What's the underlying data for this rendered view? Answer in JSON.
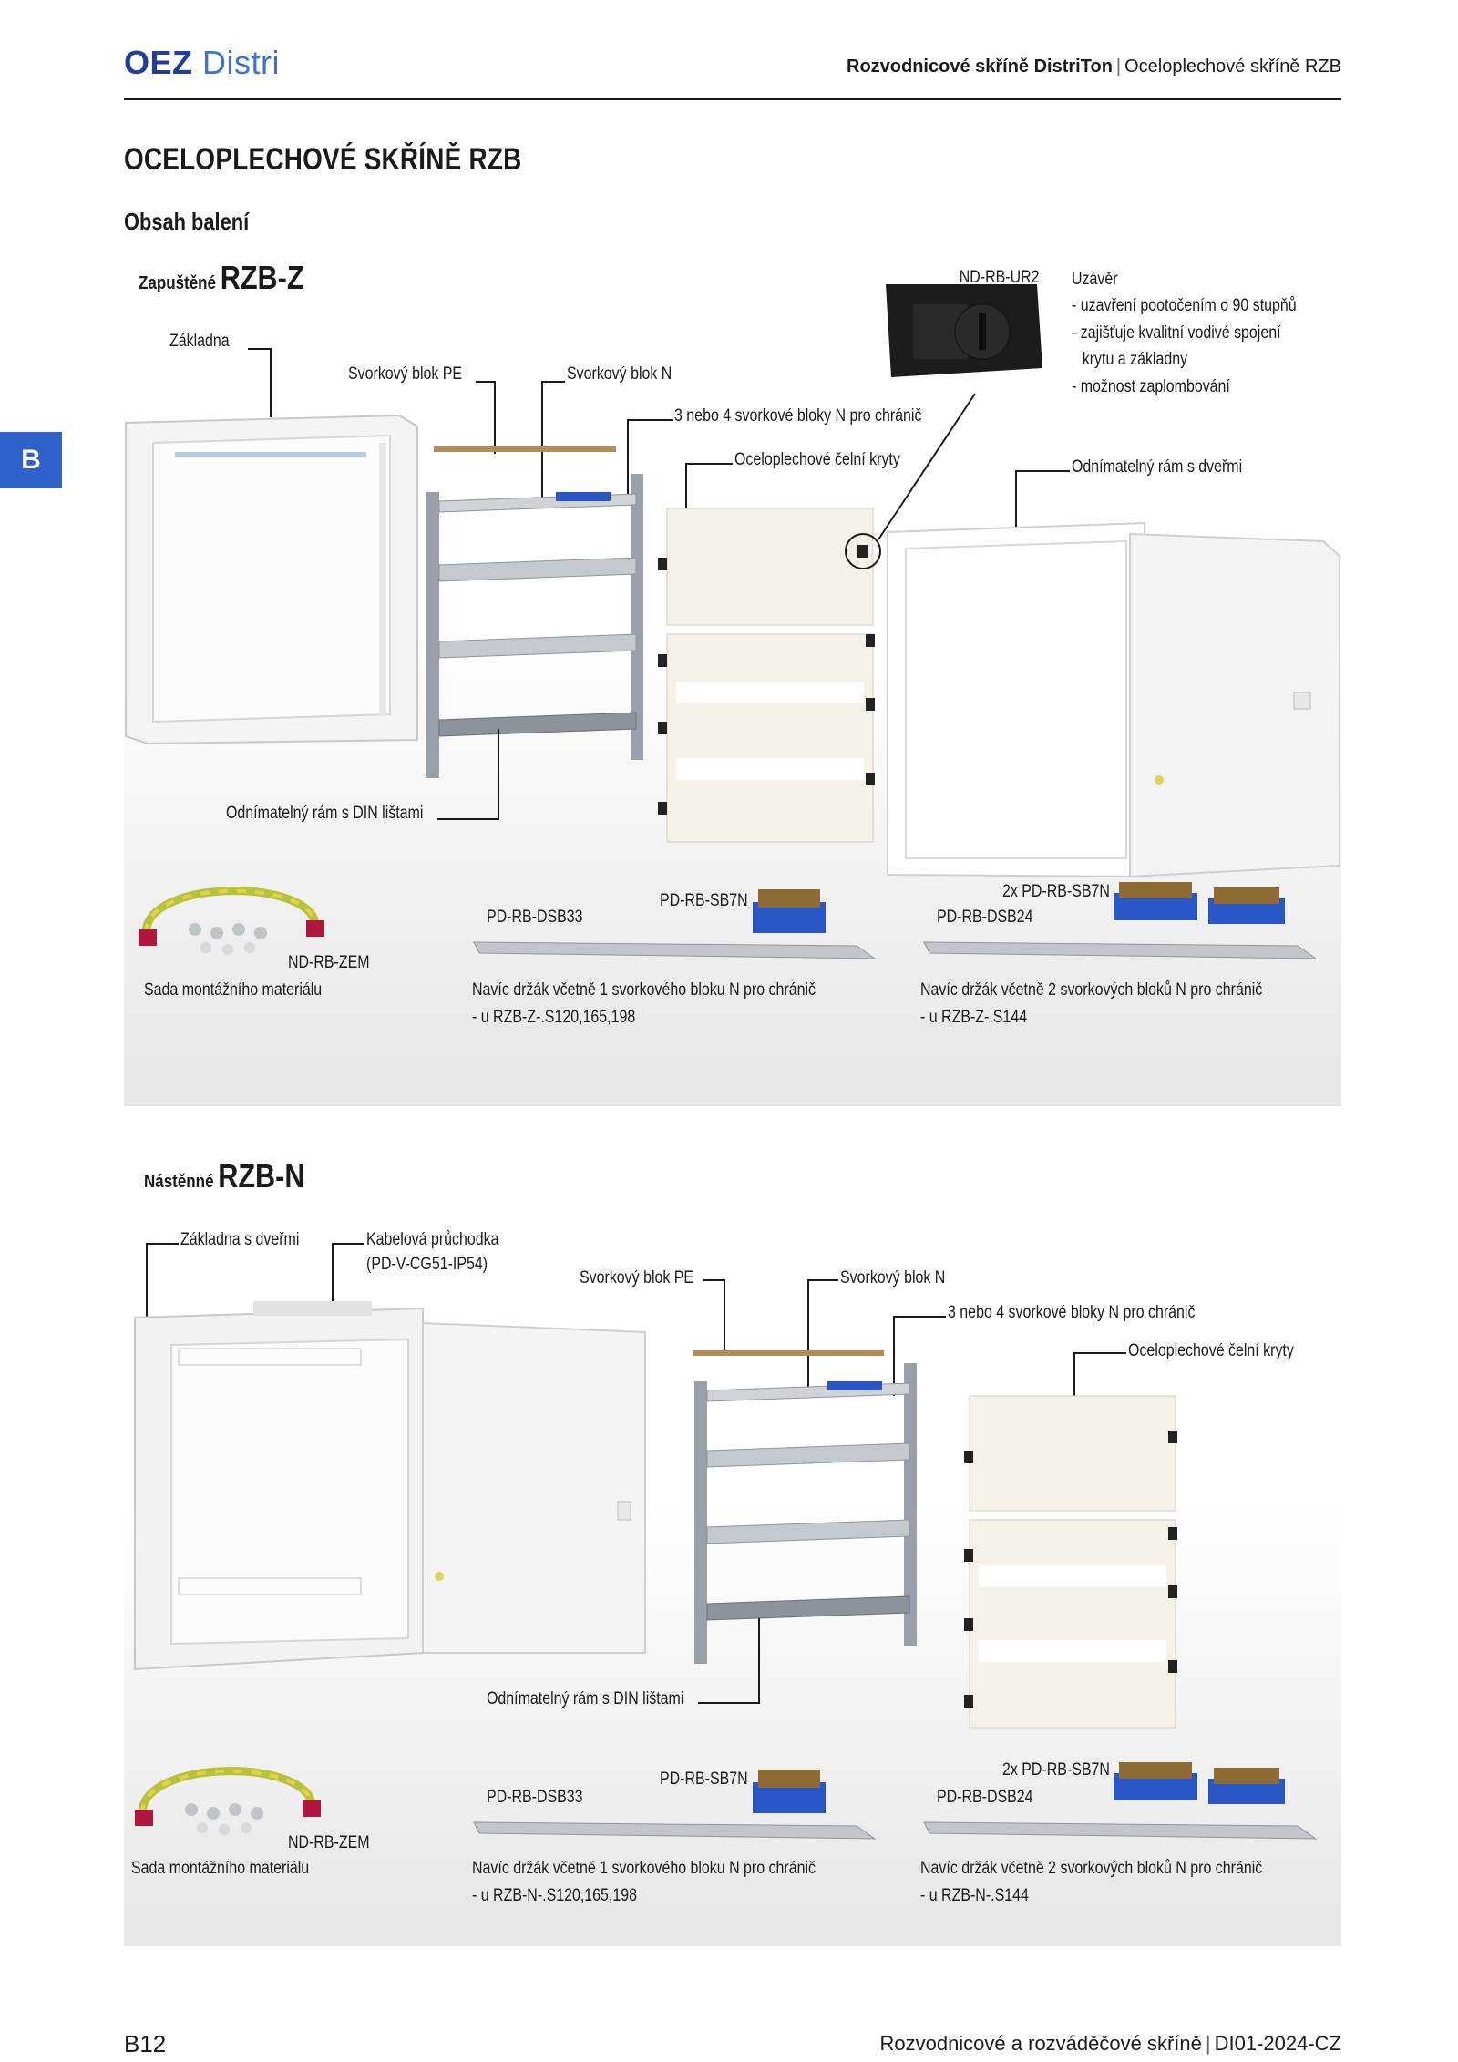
{
  "header": {
    "logo_oez": "OEZ",
    "logo_distri": "Distri",
    "breadcrumb_bold": "Rozvodnicové skříně DistriTon",
    "breadcrumb_sep": "|",
    "breadcrumb_rest": "Oceloplechové skříně RZB"
  },
  "side_tab": "B",
  "title": "OCELOPLECHOVÉ SKŘÍNĚ RZB",
  "subtitle": "Obsah balení",
  "section_z": {
    "label_small": "Zapuštěné",
    "label_big": "RZB-Z",
    "zakladna": "Základna",
    "svorkovy_pe": "Svorkový blok PE",
    "svorkovy_n": "Svorkový blok N",
    "bloky_n": "3 nebo 4 svorkové bloky N pro chránič",
    "kryty": "Oceloplechové čelní kryty",
    "ramdvere": "Odnímatelný rám s dveřmi",
    "ramdin": "Odnímatelný rám s  DIN lištami",
    "ur2": "ND-RB-UR2",
    "uzaver_title": "Uzávěr",
    "uzaver_lines": [
      "- uzavření pootočením o 90 stupňů",
      "- zajišťuje kvalitní vodivé spojení",
      "krytu a základny",
      "- možnost zaplombování"
    ],
    "zem": "ND-RB-ZEM",
    "sada": "Sada montážního materiálu",
    "dsb33": "PD-RB-DSB33",
    "sb7n": "PD-RB-SB7N",
    "sb7n2": "2x PD-RB-SB7N",
    "dsb24": "PD-RB-DSB24",
    "navic1": "Navíc držák včetně 1 svorkového bloku N pro chránič",
    "navic1_sub": "- u RZB-Z-.S120,165,198",
    "navic2": "Navíc držák včetně 2 svorkových bloků N pro chránič",
    "navic2_sub": "- u RZB-Z-.S144"
  },
  "section_n": {
    "label_small": "Nástěnné",
    "label_big": "RZB-N",
    "zakladna": "Základna s dveřmi",
    "kabelova1": "Kabelová průchodka",
    "kabelova2": "(PD-V-CG51-IP54)",
    "svorkovy_pe": "Svorkový blok PE",
    "svorkovy_n": "Svorkový blok N",
    "bloky_n": "3 nebo 4 svorkové bloky N pro chránič",
    "kryty": "Oceloplechové čelní kryty",
    "ramdin": "Odnímatelný rám s DIN lištami",
    "zem": "ND-RB-ZEM",
    "sada": "Sada montážního materiálu",
    "dsb33": "PD-RB-DSB33",
    "sb7n": "PD-RB-SB7N",
    "sb7n2": "2x PD-RB-SB7N",
    "dsb24": "PD-RB-DSB24",
    "navic1": "Navíc držák včetně 1 svorkového bloku N pro chránič",
    "navic1_sub": "- u RZB-N-.S120,165,198",
    "navic2": "Navíc držák včetně 2 svorkových bloků N pro chránič",
    "navic2_sub": "- u RZB-N-.S144"
  },
  "footer": {
    "page": "B12",
    "doc_left": "Rozvodnicové a rozváděčové skříně",
    "doc_sep": "|",
    "doc_right": "DI01-2024-CZ"
  },
  "colors": {
    "brand_blue": "#1f3f9a",
    "tab_blue": "#2f62c8",
    "terminal_blue": "#2a56c6"
  }
}
